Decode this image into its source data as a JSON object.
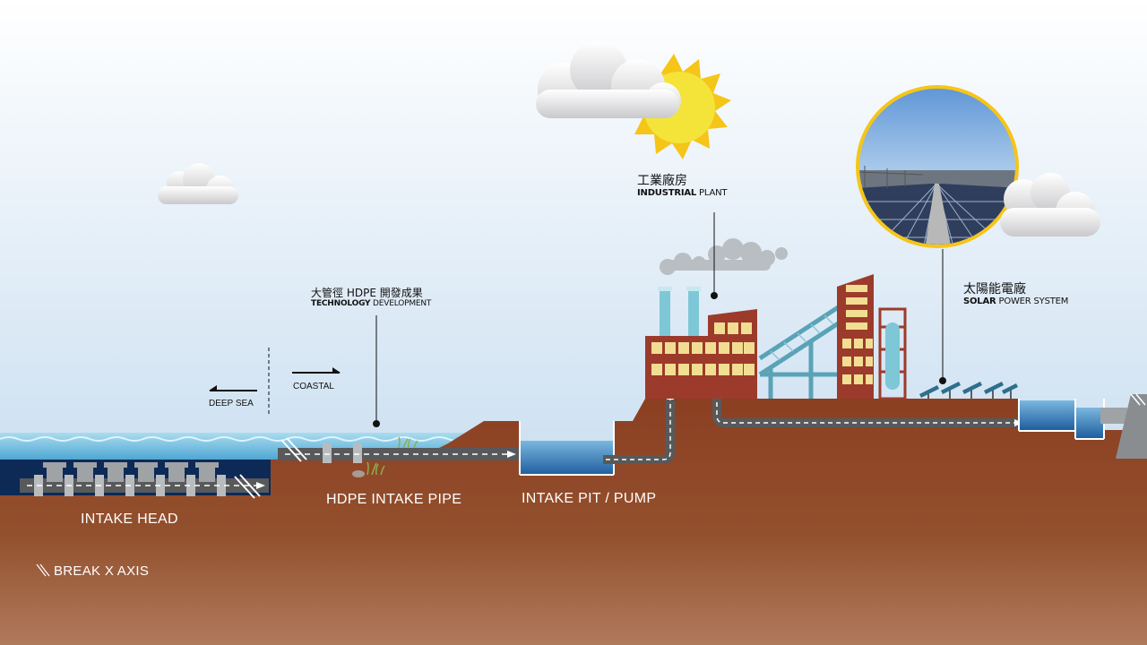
{
  "labels": {
    "industrial_plant": {
      "cn": "工業廠房",
      "en_bold": "INDUSTRIAL",
      "en_rest": " PLANT"
    },
    "solar_power": {
      "cn": "太陽能電廠",
      "en_bold": "SOLAR",
      "en_rest": " POWER SYSTEM"
    },
    "technology": {
      "cn": "大管徑 HDPE 開發成果",
      "en_bold": "TECHNOLOGY",
      "en_rest": " DEVELOPMENT"
    },
    "coastal": "COASTAL",
    "deep_sea": "DEEP SEA",
    "intake_head": "INTAKE HEAD",
    "hdpe_intake_pipe": "HDPE INTAKE PIPE",
    "intake_pit_pump": "INTAKE PIT / PUMP",
    "break_x_axis": "BREAK X AXIS"
  },
  "colors": {
    "sky_top": "#ffffff",
    "sky_bottom": "#b9d4ec",
    "ground": "#8b3f22",
    "ground_bottom": "#b07a5c",
    "water": "#7fc0de",
    "deep_water": "#0d2a57",
    "pipe": "#58595b",
    "building": "#9c3b2b",
    "window": "#f2de92",
    "stack": "#7ec7d6",
    "sun": "#f5c518",
    "tank": "#4f8fc8",
    "solar_ring": "#f5c518"
  },
  "icons": [
    "cloud-icon",
    "sun-icon",
    "smoke-icon",
    "solar-panel-icon",
    "pipe-break-icon",
    "arrow-icon"
  ]
}
